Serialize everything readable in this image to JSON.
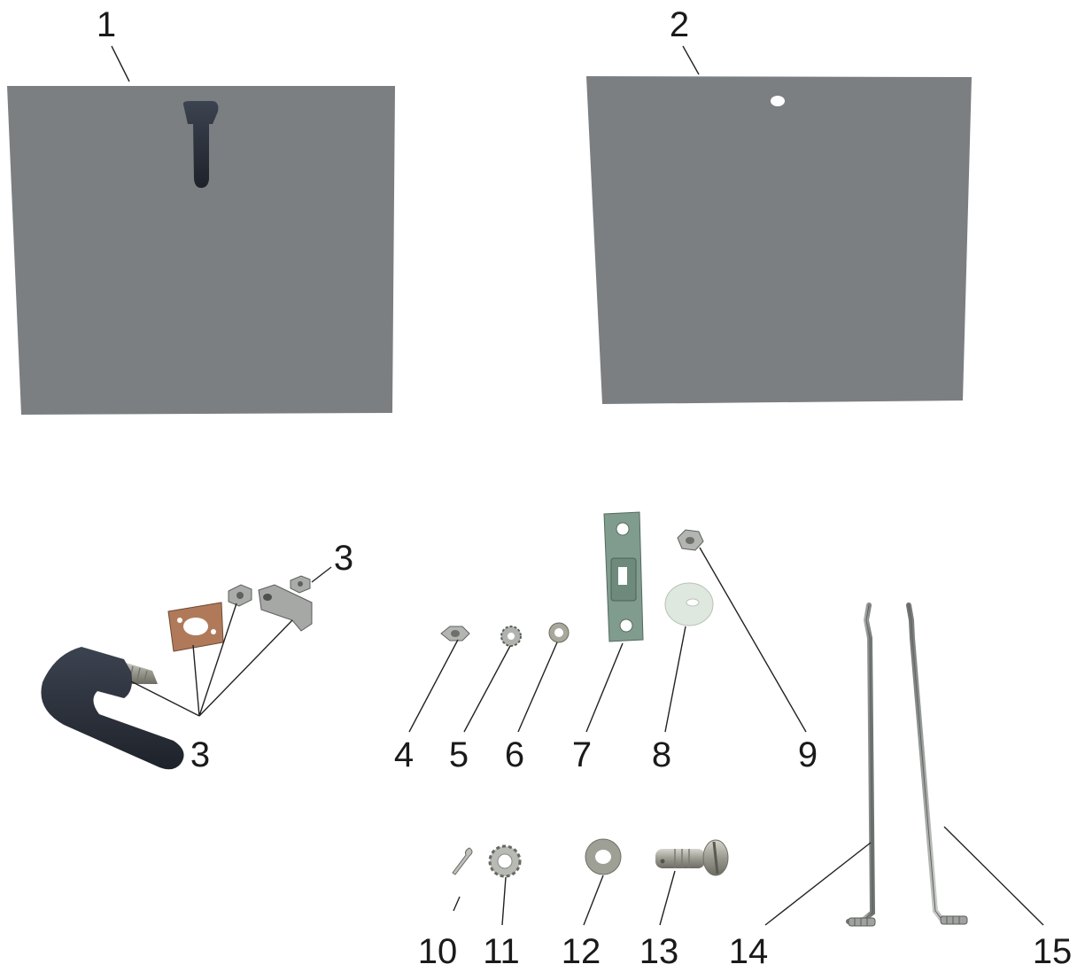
{
  "colors": {
    "panel": "#7b7f82",
    "panel_edge": "#6f7375",
    "handle": "#2a2f38",
    "metal": "#9fa3a3",
    "gasket": "#b07a5a",
    "plate": "#7f9c8e",
    "nylon": "#dfe8df",
    "leader": "#222222",
    "label": "#1a1a1a"
  },
  "callouts": {
    "p1": "1",
    "p2": "2",
    "p3a": "3",
    "p3b": "3",
    "p4": "4",
    "p5": "5",
    "p6": "6",
    "p7": "7",
    "p8": "8",
    "p9": "9",
    "p10": "10",
    "p11": "11",
    "p12": "12",
    "p13": "13",
    "p14": "14",
    "p15": "15"
  }
}
